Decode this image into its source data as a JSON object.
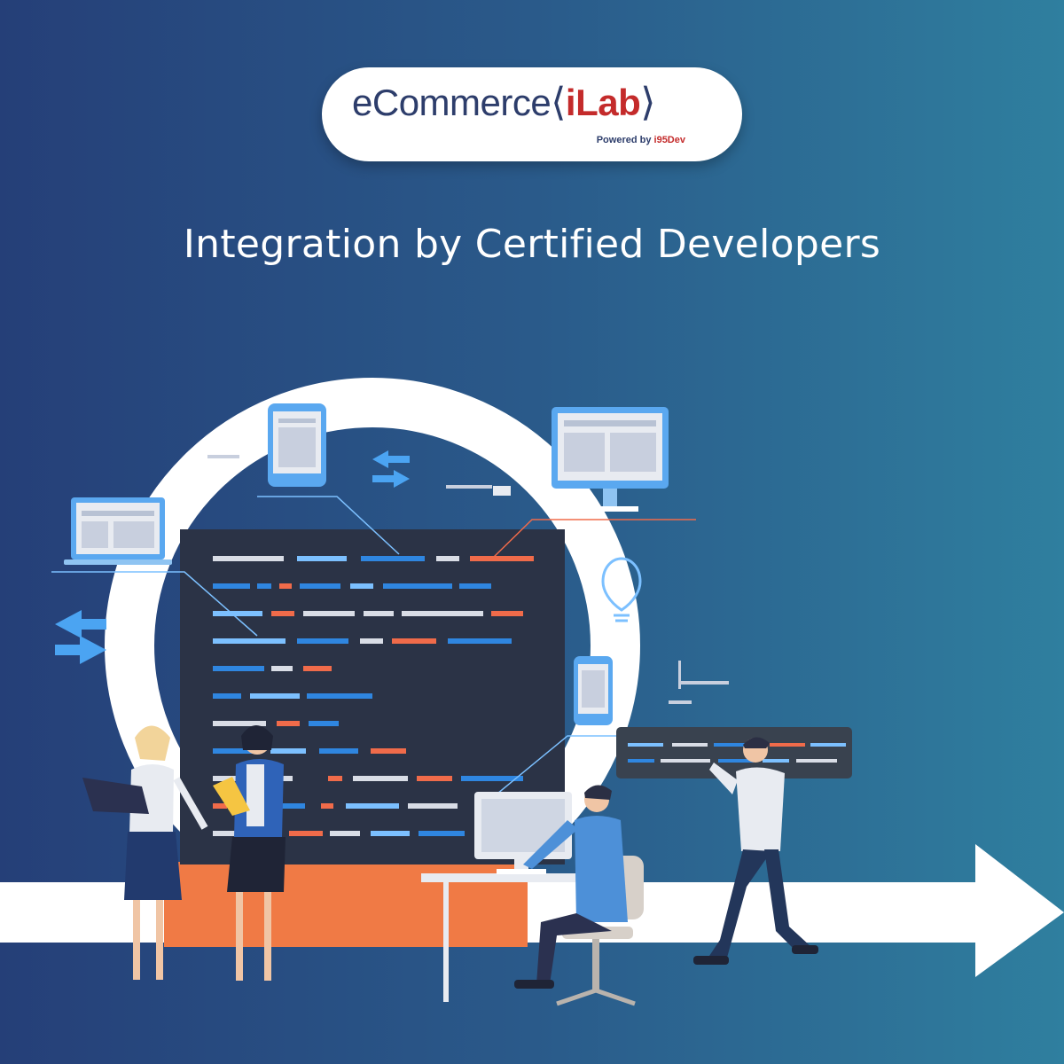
{
  "logo": {
    "word_main": "eCommerce",
    "bracket_open": "⟨",
    "word_accent": "iLab",
    "bracket_close": "⟩",
    "tagline_prefix": "Powered by ",
    "tagline_brand": "i95Dev",
    "colors": {
      "main": "#2d3d6b",
      "accent": "#c42b2b"
    }
  },
  "headline": "Integration by Certified Developers",
  "colors": {
    "background_left": "#253f78",
    "background_right": "#2f7f9f",
    "code_panel": "#2b3346",
    "code_blue": "#2f86e0",
    "code_light_blue": "#7cc0ff",
    "code_orange": "#f06b4a",
    "code_white": "#d9dde6",
    "arrow": "#ffffff"
  },
  "icons": [
    "laptop-icon",
    "tablet-icon",
    "monitor-icon",
    "lightbulb-icon",
    "smartphone-icon",
    "sync-arrows-icon"
  ]
}
